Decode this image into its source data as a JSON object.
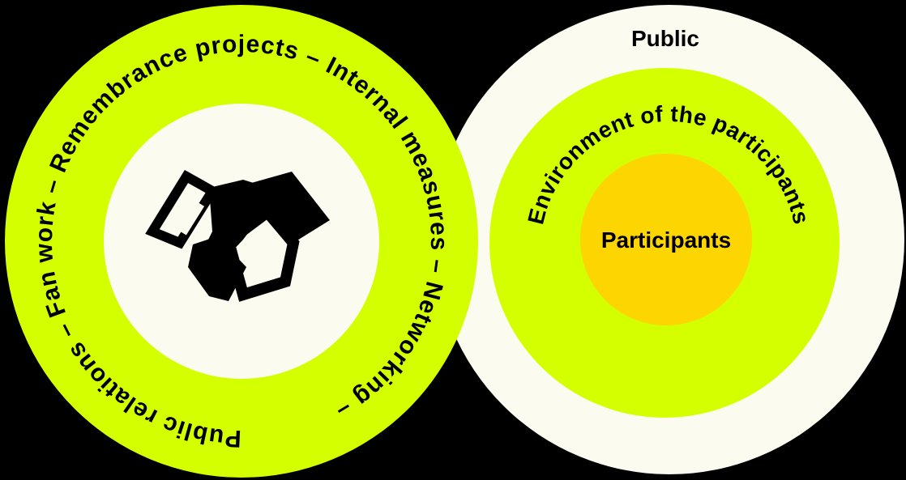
{
  "left_diagram": {
    "ring_text": "Public relations – Fan work – Remembrance projects – Internal measures – Networking –",
    "center_icon": "handshake-icon"
  },
  "right_diagram": {
    "outer_label": "Public",
    "middle_label": "Environment of the participants",
    "inner_label": "Participants"
  },
  "colors": {
    "background": "#000000",
    "lime": "#d4ff00",
    "cream": "#fcfbf0",
    "yellow": "#fdd500",
    "ink": "#000000"
  }
}
